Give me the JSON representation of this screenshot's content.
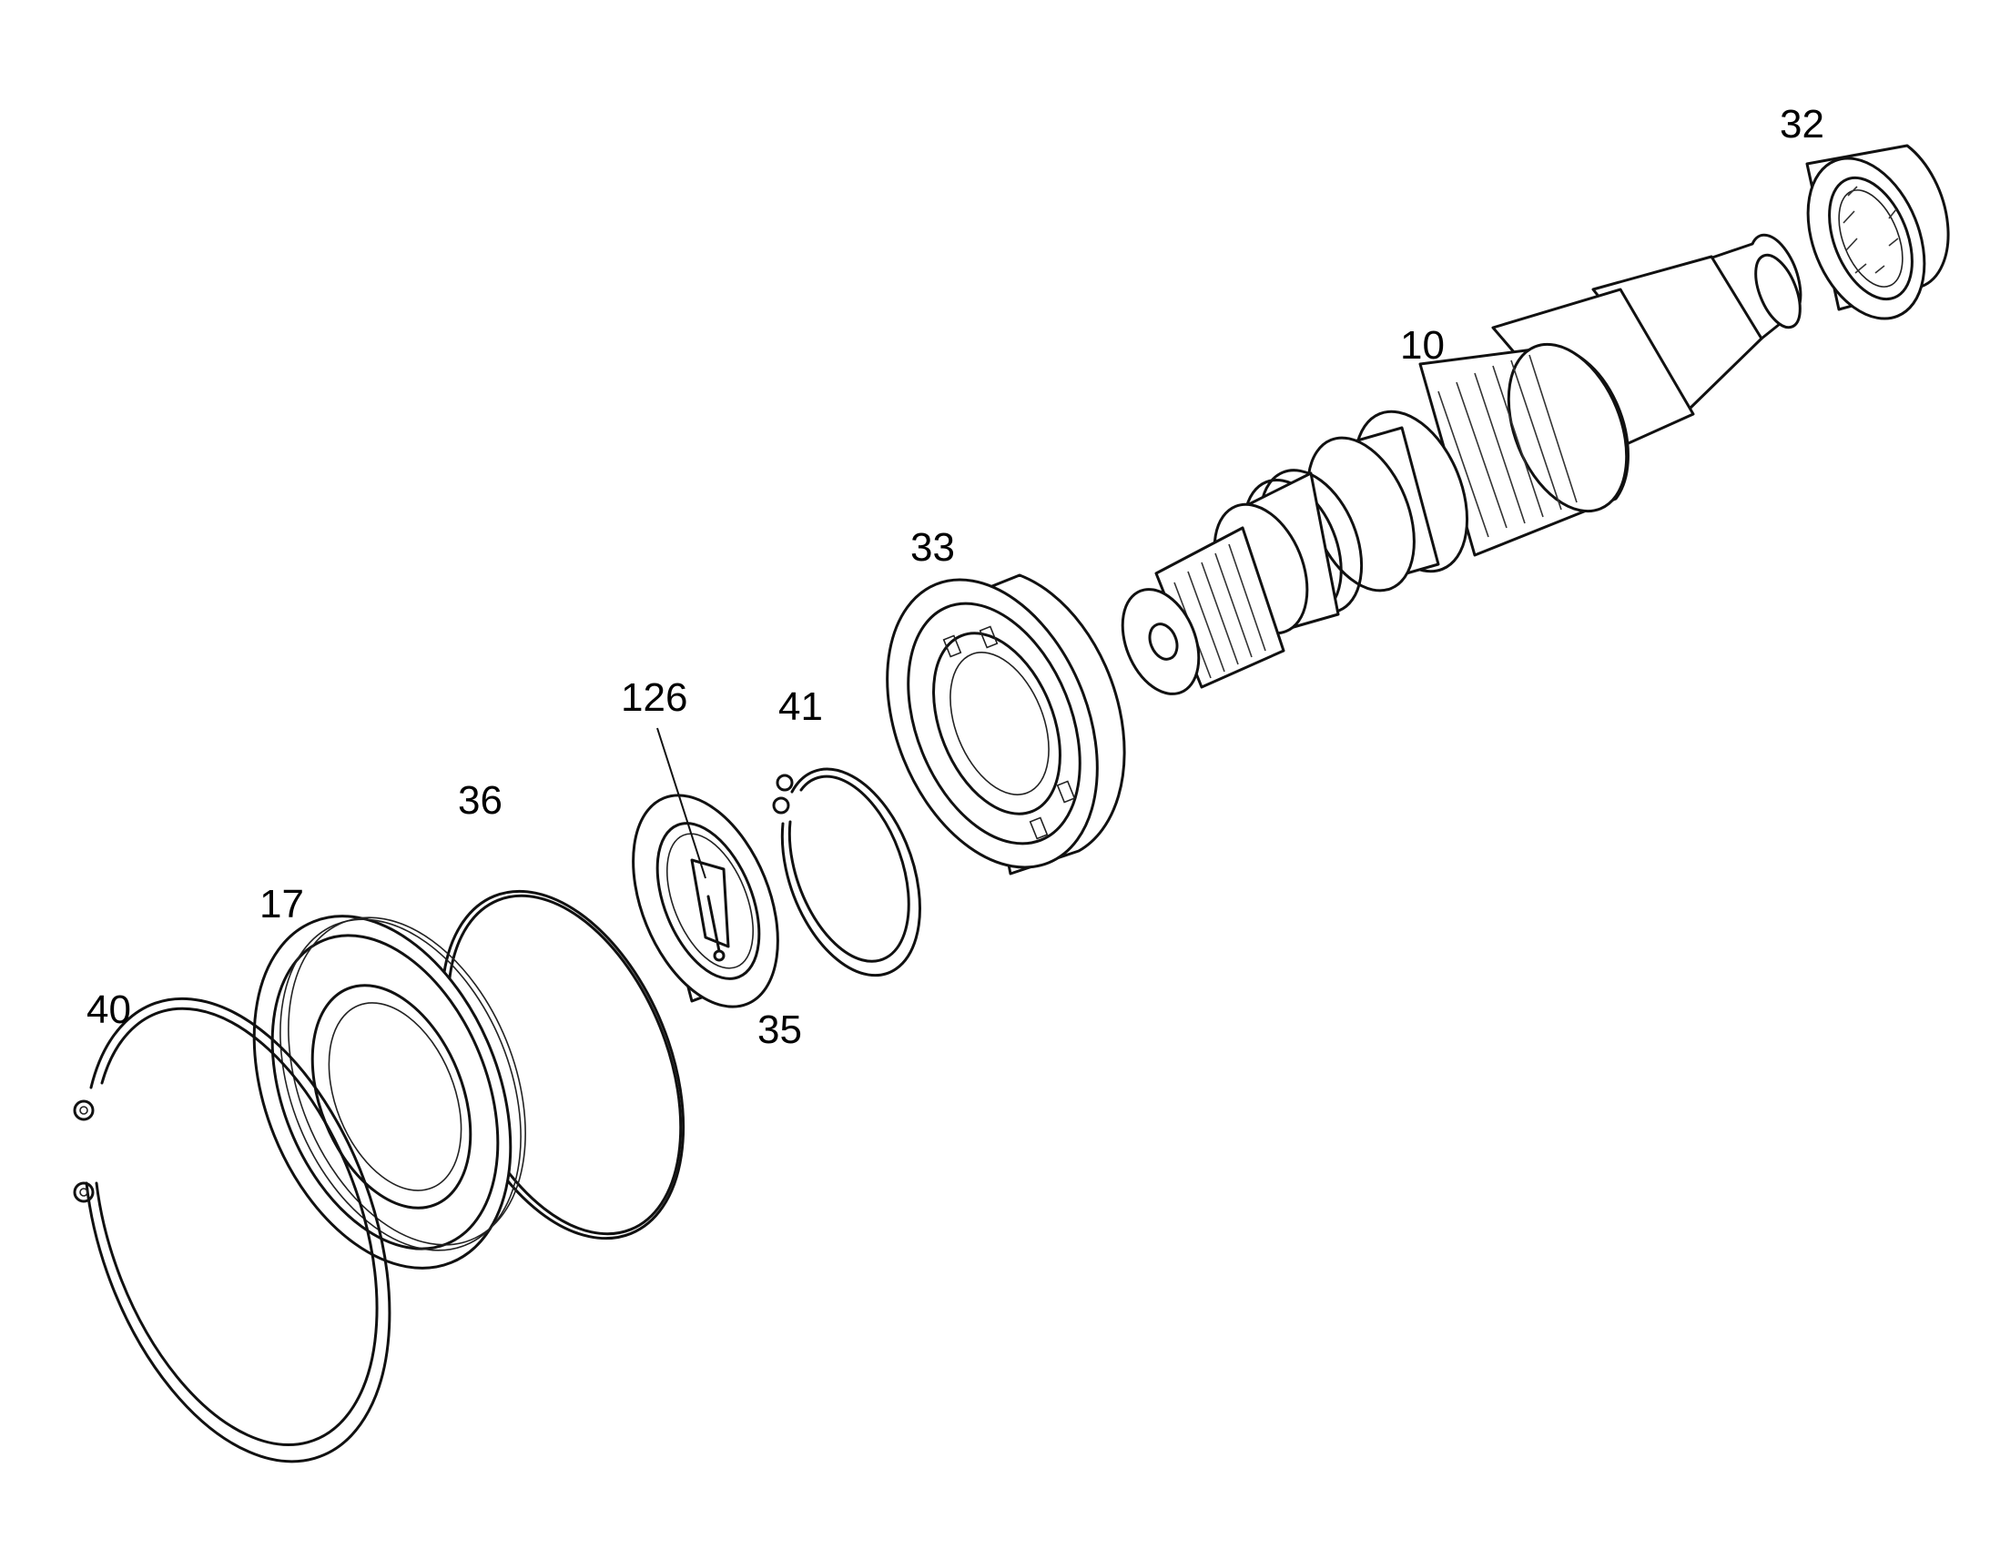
{
  "callouts": {
    "c32": "32",
    "c10": "10",
    "c33": "33",
    "c126": "126",
    "c41": "41",
    "c36": "36",
    "c17": "17",
    "c40": "40",
    "c35": "35"
  },
  "colors": {
    "line": "#111111",
    "background": "#ffffff"
  }
}
